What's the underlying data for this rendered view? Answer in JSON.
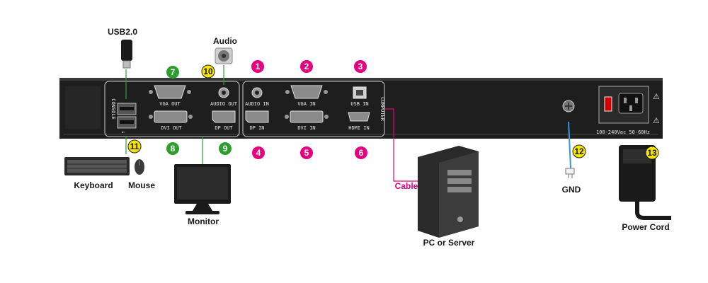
{
  "labels": {
    "usb": "USB2.0",
    "audio": "Audio",
    "keyboard": "Keyboard",
    "mouse": "Mouse",
    "monitor": "Monitor",
    "cable": "Cable",
    "pc": "PC  or  Server",
    "gnd": "GND",
    "power_cord": "Power Cord"
  },
  "ports": {
    "vga_out": "VGA OUT",
    "audio_out": "AUDIO OUT",
    "dvi_out": "DVI OUT",
    "dp_out": "DP OUT",
    "audio_in": "AUDIO IN",
    "vga_in": "VGA IN",
    "usb_in": "USB IN",
    "dp_in": "DP IN",
    "dvi_in": "DVI IN",
    "hdmi_in": "HDMI IN",
    "console": "CONSOLE",
    "computer": "COMPUTER",
    "power_rating": "100-240Vac 50-60Hz"
  },
  "callouts": [
    {
      "id": "1",
      "color": "#e4007f"
    },
    {
      "id": "2",
      "color": "#e4007f"
    },
    {
      "id": "3",
      "color": "#e4007f"
    },
    {
      "id": "4",
      "color": "#e4007f"
    },
    {
      "id": "5",
      "color": "#e4007f"
    },
    {
      "id": "6",
      "color": "#e4007f"
    },
    {
      "id": "7",
      "color": "#2e9e2e"
    },
    {
      "id": "8",
      "color": "#2e9e2e"
    },
    {
      "id": "9",
      "color": "#2e9e2e"
    },
    {
      "id": "10",
      "color": "#f5e500"
    },
    {
      "id": "11",
      "color": "#f5e500"
    },
    {
      "id": "12",
      "color": "#f5e500"
    },
    {
      "id": "13",
      "color": "#f5e500"
    }
  ],
  "colors": {
    "chassis": "#1e1e1e",
    "console_line": "#2e9e2e",
    "computer_line": "#e4007f",
    "gnd_line": "#3399dd"
  }
}
